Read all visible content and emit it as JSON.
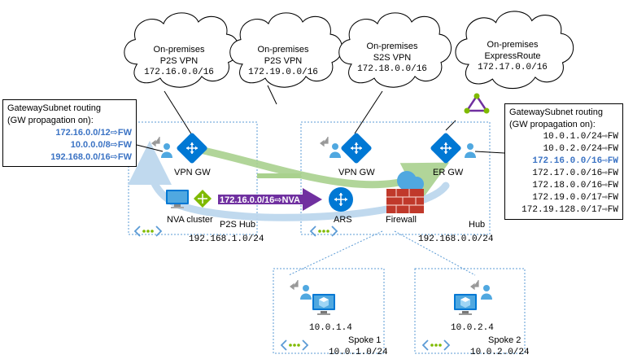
{
  "clouds": [
    {
      "id": "p2s1",
      "lines": [
        "On-premises",
        "P2S VPN",
        "172.16.0.0/16"
      ]
    },
    {
      "id": "p2s2",
      "lines": [
        "On-premises",
        "P2S VPN",
        "172.19.0.0/16"
      ]
    },
    {
      "id": "s2s",
      "lines": [
        "On-premises",
        "S2S VPN",
        "172.18.0.0/16"
      ]
    },
    {
      "id": "er",
      "lines": [
        "On-premises",
        "ExpressRoute",
        "172.17.0.0/16"
      ]
    }
  ],
  "left_routing": {
    "title": "GatewaySubnet routing",
    "subtitle": "(GW propagation on):",
    "routes": [
      "172.16.0.0/12⇨FW",
      "10.0.0.0/8⇨FW",
      "192.168.0.0/16⇨FW"
    ]
  },
  "right_routing": {
    "title": "GatewaySubnet routing",
    "subtitle": "(GW propagation on):",
    "routes": [
      {
        "text": "10.0.1.0/24⇨FW",
        "highlight": false
      },
      {
        "text": "10.0.2.0/24⇨FW",
        "highlight": false
      },
      {
        "text": "172.16.0.0/16⇨FW",
        "highlight": true
      },
      {
        "text": "172.17.0.0/16⇨FW",
        "highlight": false
      },
      {
        "text": "172.18.0.0/16⇨FW",
        "highlight": false
      },
      {
        "text": "172.19.0.0/17⇨FW",
        "highlight": false
      },
      {
        "text": "172.19.128.0/17⇨FW",
        "highlight": false
      }
    ]
  },
  "p2s_hub": {
    "name": "P2S Hub",
    "cidr": "192.168.1.0/24",
    "vpn_gw_label": "VPN GW",
    "nva_label": "NVA cluster"
  },
  "hub": {
    "name": "Hub",
    "cidr": "192.168.0.0/24",
    "vpn_gw_label": "VPN GW",
    "er_gw_label": "ER GW",
    "ars_label": "ARS",
    "firewall_label": "Firewall"
  },
  "nva_route": "172.16.0.0/16⇨NVA",
  "spokes": [
    {
      "vm_ip": "10.0.1.4",
      "name": "Spoke 1",
      "cidr": "10.0.1.0/24"
    },
    {
      "vm_ip": "10.0.2.4",
      "name": "Spoke 2",
      "cidr": "10.0.2.0/24"
    }
  ],
  "colors": {
    "vnet_border": "#5b9bd5",
    "green_arrow": "#a9d18e",
    "blue_arrow": "#bdd7ee",
    "purple_arrow": "#7030a0",
    "gateway_blue": "#0078d4",
    "highlight_text": "#3b73c4",
    "firewall_red": "#c0392b"
  }
}
